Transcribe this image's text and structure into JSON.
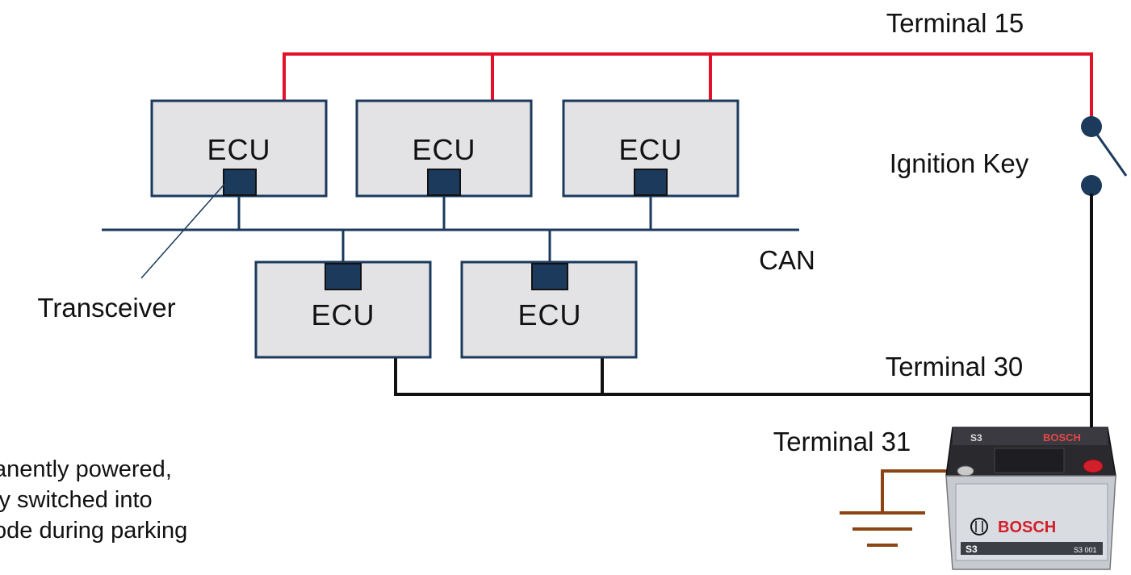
{
  "labels": {
    "terminal_15": "Terminal 15",
    "ignition_key": "Ignition Key",
    "can": "CAN",
    "transceiver": "Transceiver",
    "terminal_30": "Terminal 30",
    "terminal_31": "Terminal 31"
  },
  "ecus": [
    {
      "label": "ECU"
    },
    {
      "label": "ECU"
    },
    {
      "label": "ECU"
    },
    {
      "label": "ECU"
    },
    {
      "label": "ECU"
    }
  ],
  "note": {
    "lines": [
      "anently powered,",
      "ly switched into",
      "ode during parking"
    ]
  },
  "battery": {
    "brand": "BOSCH",
    "model": "S3",
    "code": "S3 001"
  },
  "colors": {
    "terminal_15_wire": "#e3102a",
    "terminal_30_wire": "#111111",
    "can_bus": "#1b3a5c",
    "ecu_fill": "#e3e3e6",
    "ecu_border": "#1b3a5c",
    "transceiver": "#1b3a5c",
    "ground": "#8b4513",
    "brand_red": "#d21f2b"
  }
}
